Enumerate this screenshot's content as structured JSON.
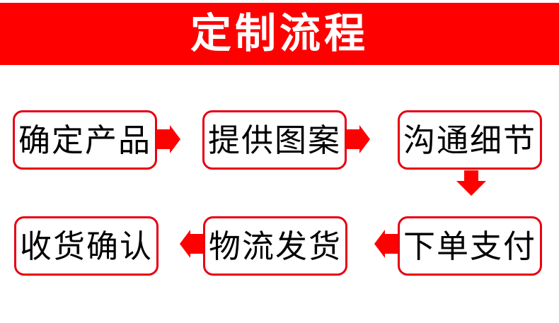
{
  "banner": {
    "title": "定制流程"
  },
  "flow": {
    "top_row": [
      {
        "label": "确定产品"
      },
      {
        "label": "提供图案"
      },
      {
        "label": "沟通细节"
      }
    ],
    "bottom_row": [
      {
        "label": "收货确认"
      },
      {
        "label": "物流发货"
      },
      {
        "label": "下单支付"
      }
    ],
    "arrow_directions": [
      "right",
      "right",
      "down",
      "left",
      "left"
    ]
  },
  "colors": {
    "banner_red": "#fe0000",
    "banner_text": "#ffffff",
    "box_border_red": "#e60012",
    "arrow_red": "#fe0000",
    "box_text": "#000000",
    "page_background": "#ffffff"
  }
}
